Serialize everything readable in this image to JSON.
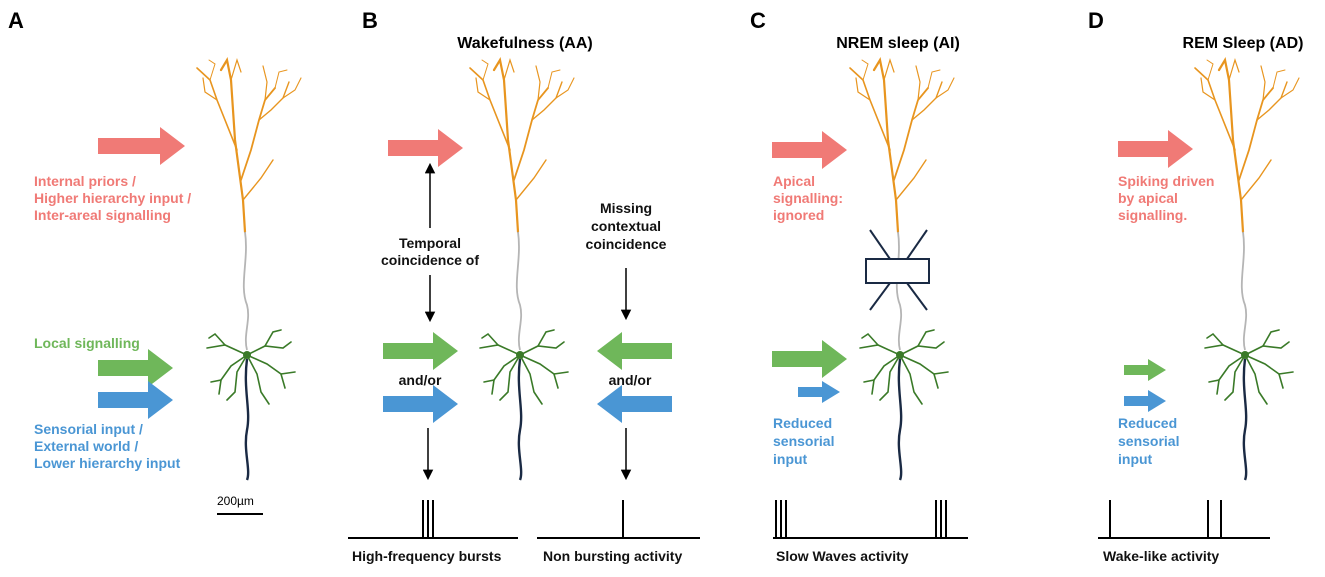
{
  "panels": [
    {
      "letter": "A",
      "title": "",
      "labels": {
        "red": [
          "Internal priors /",
          "Higher hierarchy input /",
          "Inter-areal signalling"
        ],
        "green": [
          "Local signalling"
        ],
        "blue": [
          "Sensorial input /",
          "External world /",
          "Lower hierarchy input"
        ],
        "scale": "200µm"
      }
    },
    {
      "letter": "B",
      "title": "Wakefulness (AA)",
      "labels": {
        "left_note": [
          "Temporal",
          "coincidence of"
        ],
        "left_andor": "and/or",
        "right_note": [
          "Missing",
          "contextual",
          "coincidence"
        ],
        "right_andor": "and/or",
        "left_trace": "High-frequency bursts",
        "right_trace": "Non bursting activity"
      }
    },
    {
      "letter": "C",
      "title": "NREM sleep (AI)",
      "labels": {
        "red": [
          "Apical",
          "signalling:",
          "ignored"
        ],
        "blue": [
          "Reduced",
          "sensorial",
          "input"
        ],
        "trace": "Slow Waves activity"
      }
    },
    {
      "letter": "D",
      "title": "REM Sleep (AD)",
      "labels": {
        "red": [
          "Spiking driven",
          "by apical",
          "signalling."
        ],
        "blue": [
          "Reduced",
          "sensorial",
          "input"
        ],
        "trace": "Wake-like activity"
      }
    }
  ],
  "colors": {
    "apical_input": "#f07a76",
    "local_input": "#6fb75a",
    "sensory_input": "#4a96d4",
    "apical_dendrite": "#e8951f",
    "basal_dendrite": "#3a7a28",
    "trunk": "#b5b5b5",
    "axon": "#1a2a44"
  }
}
